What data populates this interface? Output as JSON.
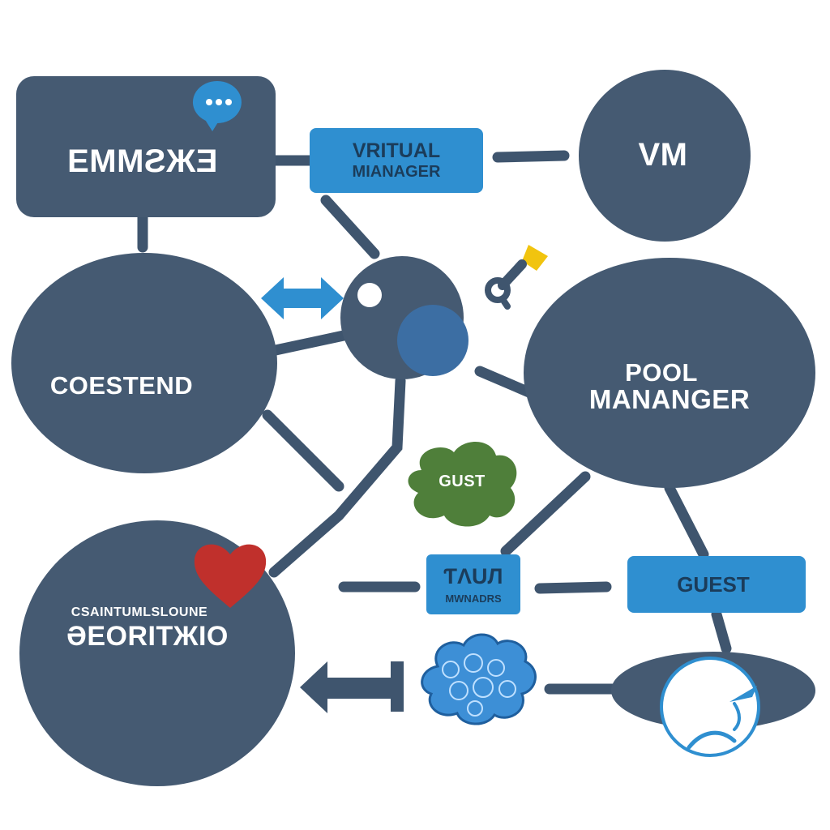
{
  "colors": {
    "node_fill": "#455a72",
    "connector": "#3f556e",
    "accent_blue": "#2f8fd0",
    "cloud_green": "#4f7f3a",
    "heart_red": "#c0302c",
    "key_yellow": "#f1c40f",
    "cloud_blue": "#3d8fd6",
    "globe_white": "#ffffff"
  },
  "nodes": {
    "emm_box": {
      "label": "EMMƧЖƎ"
    },
    "vm_circle": {
      "label": "VM"
    },
    "coestend_oval": {
      "label": "COESTEND"
    },
    "pool_manager_oval": {
      "line1": "POOL",
      "line2": "MANANGER"
    },
    "seoritkio_circle": {
      "subtitle": "CSAINTUMLSLOUNE",
      "label": "ƏEORITЖIO"
    }
  },
  "tags": {
    "virtual_manager": {
      "line1": "VRITUAL",
      "line2": "MIANAGER"
    },
    "guest": {
      "label": "GUEST"
    },
    "gust_cloud": {
      "label": "GUST"
    },
    "small_manager": {
      "line1": "ƬΛUЛ",
      "line2": "MWNADRS"
    }
  },
  "icons": [
    "chat-bubble-icon",
    "double-arrow-icon",
    "hub-sphere-icon",
    "key-icon",
    "heart-icon",
    "left-arrow-icon",
    "blue-cloud-icon",
    "globe-icon"
  ]
}
